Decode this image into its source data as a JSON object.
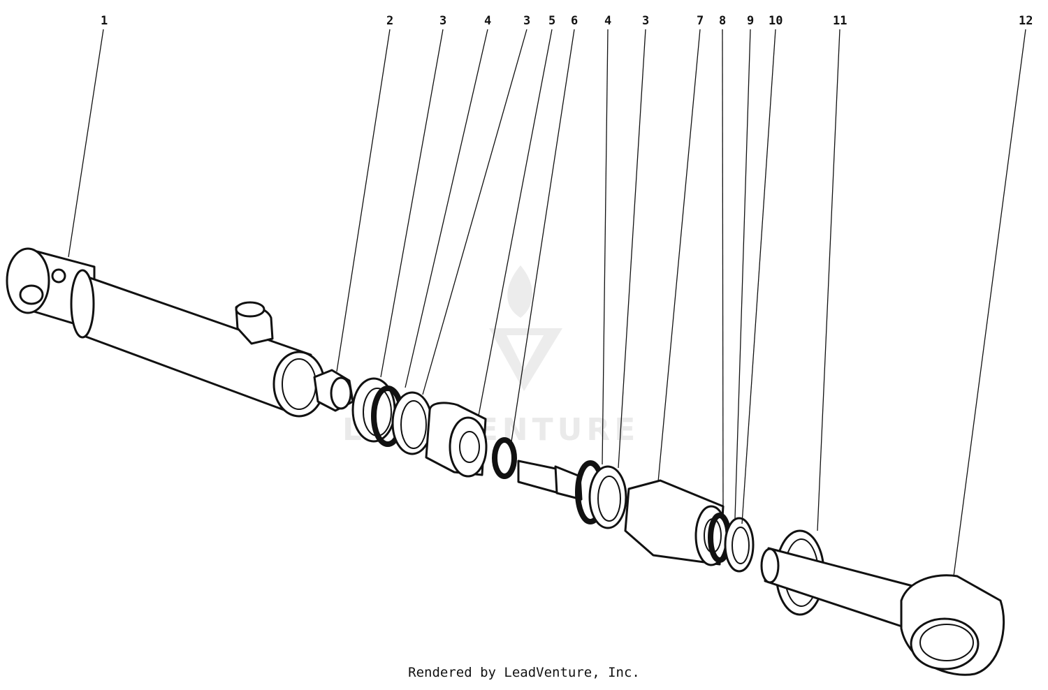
{
  "callouts": [
    {
      "id": "c1",
      "label": "1"
    },
    {
      "id": "c2",
      "label": "2"
    },
    {
      "id": "c3a",
      "label": "3"
    },
    {
      "id": "c4a",
      "label": "4"
    },
    {
      "id": "c3b",
      "label": "3"
    },
    {
      "id": "c5",
      "label": "5"
    },
    {
      "id": "c6",
      "label": "6"
    },
    {
      "id": "c4b",
      "label": "4"
    },
    {
      "id": "c3c",
      "label": "3"
    },
    {
      "id": "c7",
      "label": "7"
    },
    {
      "id": "c8",
      "label": "8"
    },
    {
      "id": "c9",
      "label": "9"
    },
    {
      "id": "c10",
      "label": "10"
    },
    {
      "id": "c11",
      "label": "11"
    },
    {
      "id": "c12",
      "label": "12"
    }
  ],
  "watermark": {
    "text": "LEADVENTURE"
  },
  "credit": "Rendered by LeadVenture, Inc."
}
